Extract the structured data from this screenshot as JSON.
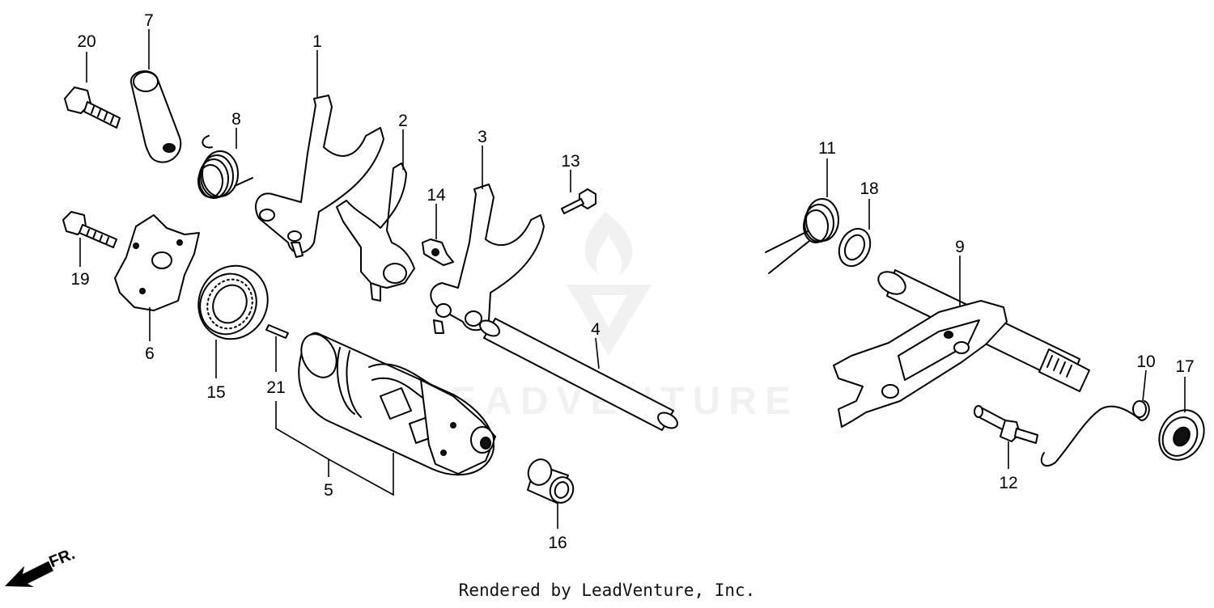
{
  "credit": "Rendered by LeadVenture, Inc.",
  "watermark": "LEADVENTURE",
  "front_indicator": "FR.",
  "parts": [
    {
      "id": "1"
    },
    {
      "id": "2"
    },
    {
      "id": "3"
    },
    {
      "id": "4"
    },
    {
      "id": "5"
    },
    {
      "id": "6"
    },
    {
      "id": "7"
    },
    {
      "id": "8"
    },
    {
      "id": "9"
    },
    {
      "id": "10"
    },
    {
      "id": "11"
    },
    {
      "id": "12"
    },
    {
      "id": "13"
    },
    {
      "id": "14"
    },
    {
      "id": "15"
    },
    {
      "id": "16"
    },
    {
      "id": "17"
    },
    {
      "id": "18"
    },
    {
      "id": "19"
    },
    {
      "id": "20"
    },
    {
      "id": "21"
    }
  ],
  "colors": {
    "line": "#000000",
    "background": "#ffffff",
    "watermark": "#e6e6e6"
  }
}
